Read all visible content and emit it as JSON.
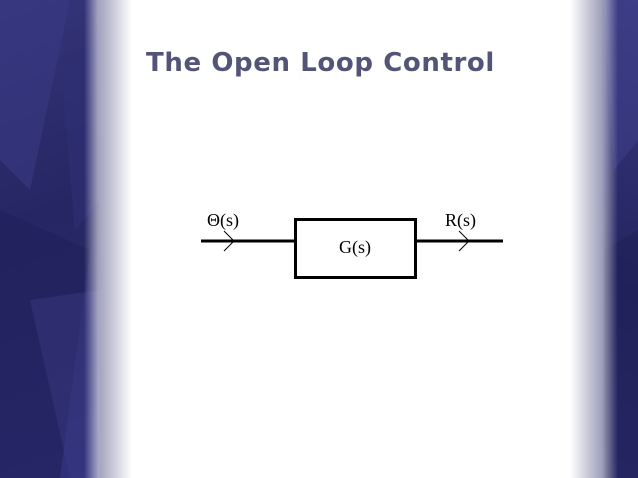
{
  "slide": {
    "title": "The Open Loop Control"
  },
  "diagram": {
    "input_label": "Θ(s)",
    "block_label": "G(s)",
    "output_label": "R(s)"
  },
  "colors": {
    "background": "#2a2a6a",
    "panel": "#ffffff",
    "title": "#545479",
    "ink": "#000000"
  }
}
